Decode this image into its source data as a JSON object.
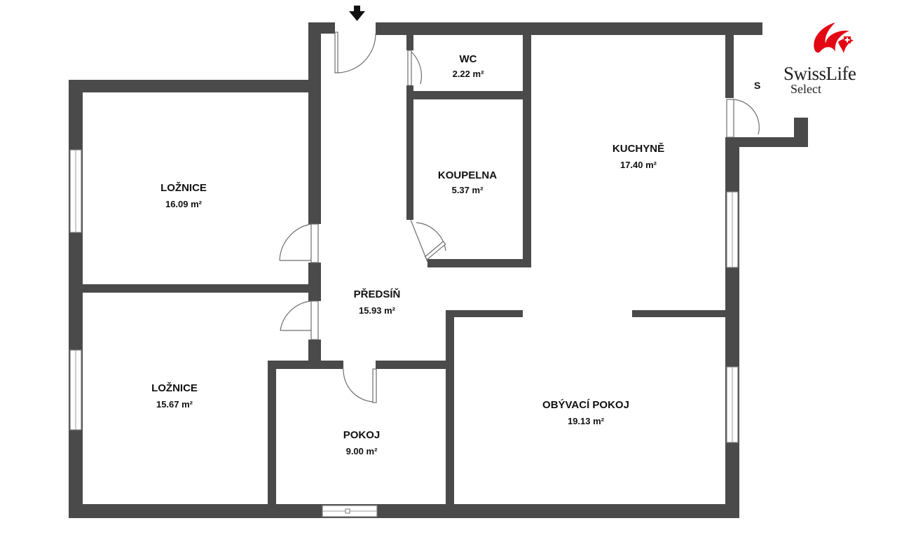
{
  "rooms": {
    "wc": {
      "name": "WC",
      "area": "2.22 m²"
    },
    "koupelna": {
      "name": "KOUPELNA",
      "area": "5.37 m²"
    },
    "kuchyne": {
      "name": "KUCHYNĚ",
      "area": "17.40 m²"
    },
    "loznice1": {
      "name": "LOŽNICE",
      "area": "16.09 m²"
    },
    "predsin": {
      "name": "PŘEDSÍŇ",
      "area": "15.93 m²"
    },
    "loznice2": {
      "name": "LOŽNICE",
      "area": "15.67 m²"
    },
    "pokoj": {
      "name": "POKOJ",
      "area": "9.00 m²"
    },
    "obyvaci": {
      "name": "OBÝVACÍ POKOJ",
      "area": "19.13 m²"
    }
  },
  "cut_label": "S",
  "logo": {
    "brand": "SwissLife",
    "sub": "Select",
    "color": "#e30613"
  },
  "colors": {
    "wall": "#4a4a4a",
    "background": "#ffffff"
  },
  "icons": {
    "entrance": "arrow-down-icon",
    "logo": "swisslife-flame-icon"
  }
}
